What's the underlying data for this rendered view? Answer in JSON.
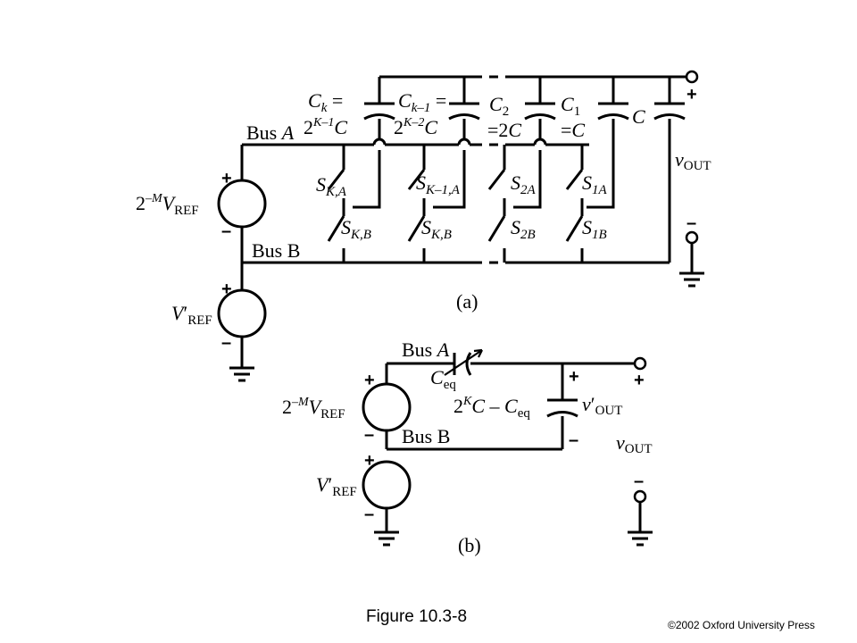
{
  "figure": {
    "caption": "Figure 10.3-8",
    "copyright": "©2002 Oxford University Press"
  },
  "part_a": {
    "panel_label": "(a)",
    "bus_a": {
      "name": "Bus ",
      "letter": "A"
    },
    "bus_b": "Bus B",
    "source_top": {
      "coef": "2",
      "exp": "–M",
      "v": "V",
      "sub": "REF"
    },
    "source_bottom": {
      "v": "V",
      "prime": "′",
      "sub": "REF"
    },
    "caps": [
      {
        "name": "C",
        "sub": "k",
        "eq": " =",
        "value": "2",
        "value_exp": "K–1",
        "value_c": "C"
      },
      {
        "name": "C",
        "sub": "k–1",
        "eq": " =",
        "value": "2",
        "value_exp": "K–2",
        "value_c": "C"
      },
      {
        "name": "C",
        "sub": "2",
        "value": "=2",
        "value_c": "C"
      },
      {
        "name": "C",
        "sub": "1",
        "value": "=",
        "value_c": "C"
      },
      {
        "name": "C"
      }
    ],
    "switches_a": [
      {
        "s": "S",
        "sub": "K,A"
      },
      {
        "s": "S",
        "sub": "K–1,A"
      },
      {
        "s": "S",
        "sub": "2A"
      },
      {
        "s": "S",
        "sub": "1A"
      }
    ],
    "switches_b": [
      {
        "s": "S",
        "sub": "K,B"
      },
      {
        "s": "S",
        "sub": "K,B"
      },
      {
        "s": "S",
        "sub": "2B"
      },
      {
        "s": "S",
        "sub": "1B"
      }
    ],
    "vout": {
      "v": "v",
      "sub": "OUT"
    }
  },
  "part_b": {
    "panel_label": "(b)",
    "bus_a": {
      "name": "Bus ",
      "letter": "A"
    },
    "bus_b": "Bus B",
    "ceq": {
      "c": "C",
      "sub": "eq"
    },
    "cap2": {
      "coef": "2",
      "exp": "K",
      "c": "C",
      "minus": " – ",
      "c2": "C",
      "sub": "eq"
    },
    "vout_prime": {
      "v": "v",
      "prime": "′",
      "sub": "OUT"
    },
    "vout": {
      "v": "v",
      "sub": "OUT"
    },
    "source_top": {
      "coef": "2",
      "exp": "–M",
      "v": "V",
      "sub": "REF"
    },
    "source_bottom": {
      "v": "V",
      "prime": "′",
      "sub": "REF"
    }
  },
  "signs": {
    "plus": "+",
    "minus": "–"
  }
}
